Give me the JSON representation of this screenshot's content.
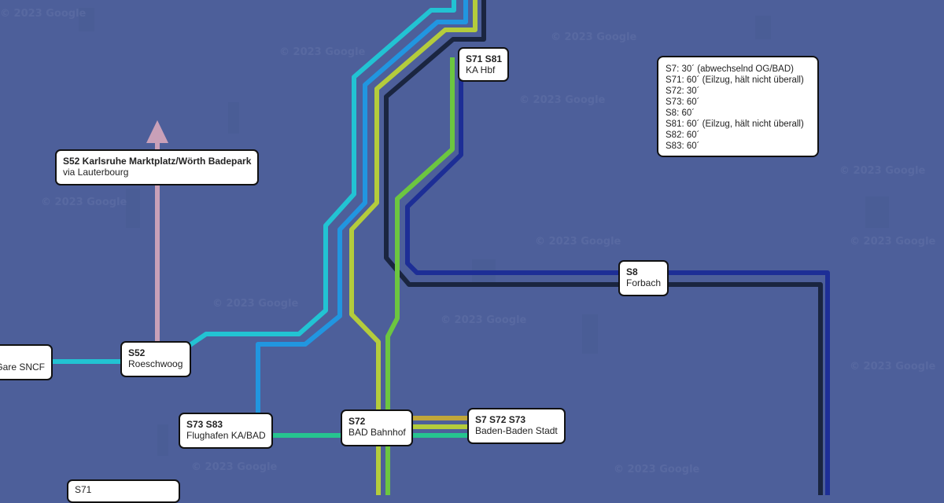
{
  "map": {
    "background_color": "#4d5f9a",
    "watermark_text": "© 2023 Google",
    "watermarks": [
      "© 2023 Google",
      "© 2023 Google",
      "© 2023 Google",
      "© 2023 Google",
      "© 2023 Google",
      "© 2023 Google",
      "© 2023 Google",
      "© 2023 Google",
      "© 2023 Google",
      "© 2023 Google",
      "© 2023 Google",
      "© 2023 Google",
      "© 2023 Google"
    ],
    "line_colors": {
      "s52": "#c9a0b8",
      "s7_cyan": "#22c3d3",
      "s73_blue": "#2196e0",
      "s72_lime": "#b4cc3c",
      "s81_dark": "#1a2540",
      "s71_green": "#6cc640",
      "s8_navy": "#1d2e96",
      "teal": "#26c48f",
      "gold": "#c0a63a"
    },
    "arrow_icon": "arrow-up-icon"
  },
  "stations": [
    {
      "id": "ka-hbf",
      "lines": "S71 S81",
      "name": "KA Hbf"
    },
    {
      "id": "s52-destination",
      "lines": "S52 Karlsruhe Marktplatz/Wörth Badepark",
      "name": "via Lauterbourg"
    },
    {
      "id": "gare-sncf",
      "lines": "",
      "name": "Gare SNCF"
    },
    {
      "id": "roeschwoog",
      "lines": "S52",
      "name": "Roeschwoog"
    },
    {
      "id": "forbach",
      "lines": "S8",
      "name": "Forbach"
    },
    {
      "id": "flughafen",
      "lines": "S73 S83",
      "name": "Flughafen KA/BAD"
    },
    {
      "id": "bad-bahnhof",
      "lines": "S72",
      "name": "BAD Bahnhof"
    },
    {
      "id": "baden-baden-stadt",
      "lines": "S7 S72 S73",
      "name": "Baden-Baden Stadt"
    },
    {
      "id": "bottom-partial",
      "lines": "S71",
      "name": ""
    }
  ],
  "legend": {
    "entries": [
      "S7: 30´ (abwechselnd OG/BAD)",
      "S71: 60´ (Eilzug, hält nicht überall)",
      "S72: 30´",
      "S73: 60´",
      "S8: 60´",
      "S81: 60´ (Eilzug, hält nicht überall)",
      "S82: 60´",
      "S83: 60´"
    ]
  }
}
